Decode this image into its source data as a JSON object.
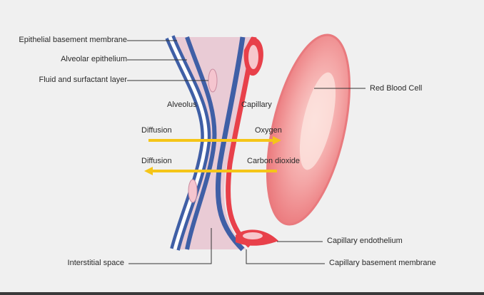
{
  "labels": {
    "epithelial_basement_membrane": "Epithelial basement membrane",
    "alveolar_epithelium": "Alveolar epithelium",
    "fluid_surfactant_layer": "Fluid and surfactant layer",
    "alveolus": "Alveolus",
    "capillary": "Capillary",
    "red_blood_cell": "Red Blood Cell",
    "diffusion_1": "Diffusion",
    "oxygen": "Oxygen",
    "diffusion_2": "Diffusion",
    "carbon_dioxide": "Carbon dioxide",
    "capillary_endothelium": "Capillary endothelium",
    "interstitial_space": "Interstitial space",
    "capillary_basement_membrane": "Capillary basement membrane"
  },
  "colors": {
    "background": "#f0f0f0",
    "membrane_blue": "#3f5fa6",
    "membrane_light": "#ffffff",
    "interstitial": "#e8c8d2",
    "endothelium_red": "#e8404a",
    "cell_pink": "#f08b8f",
    "cell_highlight": "#fbd0cf",
    "arrow_yellow": "#f5c518",
    "leader_line": "#333333"
  }
}
